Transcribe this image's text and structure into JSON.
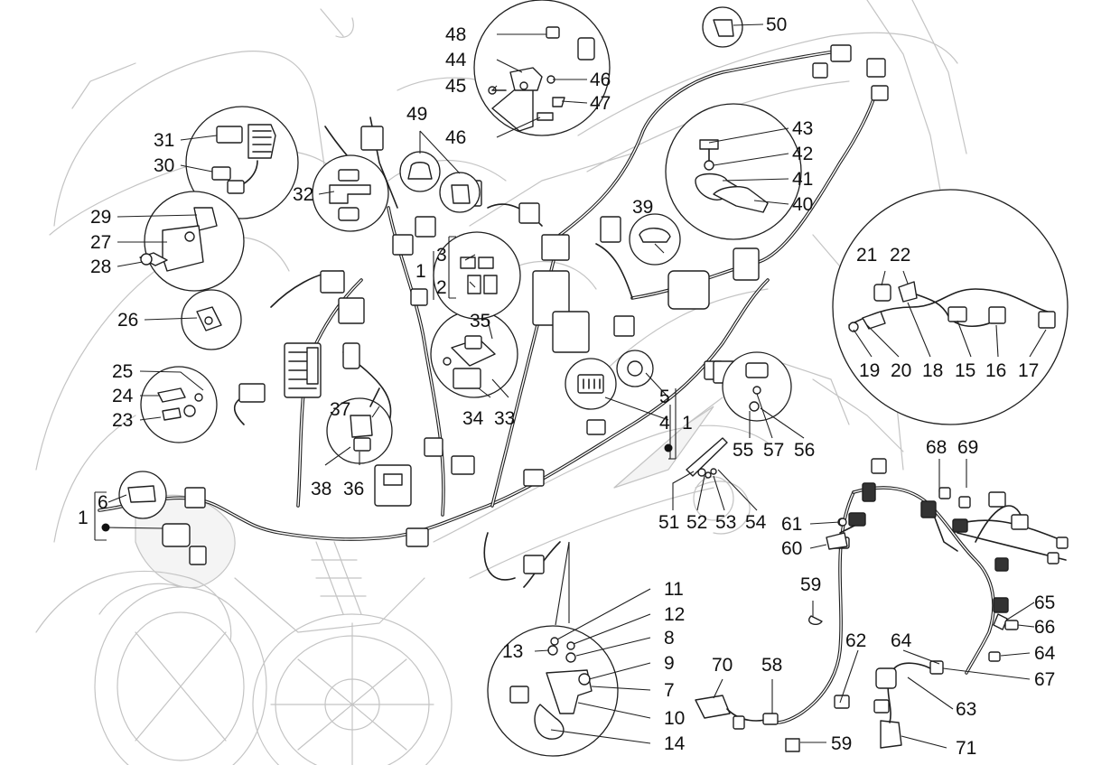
{
  "diagram": {
    "labels": [
      {
        "id": "l48",
        "text": "48"
      },
      {
        "id": "l44",
        "text": "44"
      },
      {
        "id": "l45",
        "text": "45"
      },
      {
        "id": "l46a",
        "text": "46"
      },
      {
        "id": "l47",
        "text": "47"
      },
      {
        "id": "l46b",
        "text": "46"
      },
      {
        "id": "l50",
        "text": "50"
      },
      {
        "id": "l49",
        "text": "49"
      },
      {
        "id": "l43",
        "text": "43"
      },
      {
        "id": "l42",
        "text": "42"
      },
      {
        "id": "l41",
        "text": "41"
      },
      {
        "id": "l40",
        "text": "40"
      },
      {
        "id": "l31",
        "text": "31"
      },
      {
        "id": "l30",
        "text": "30"
      },
      {
        "id": "l32",
        "text": "32"
      },
      {
        "id": "l29",
        "text": "29"
      },
      {
        "id": "l27",
        "text": "27"
      },
      {
        "id": "l28",
        "text": "28"
      },
      {
        "id": "l3",
        "text": "3"
      },
      {
        "id": "l1a",
        "text": "1"
      },
      {
        "id": "l2",
        "text": "2"
      },
      {
        "id": "l39",
        "text": "39"
      },
      {
        "id": "l21",
        "text": "21"
      },
      {
        "id": "l22",
        "text": "22"
      },
      {
        "id": "l26",
        "text": "26"
      },
      {
        "id": "l35",
        "text": "35"
      },
      {
        "id": "l25",
        "text": "25"
      },
      {
        "id": "l24",
        "text": "24"
      },
      {
        "id": "l23",
        "text": "23"
      },
      {
        "id": "l19",
        "text": "19"
      },
      {
        "id": "l20",
        "text": "20"
      },
      {
        "id": "l18",
        "text": "18"
      },
      {
        "id": "l15",
        "text": "15"
      },
      {
        "id": "l16",
        "text": "16"
      },
      {
        "id": "l17",
        "text": "17"
      },
      {
        "id": "l37",
        "text": "37"
      },
      {
        "id": "l34",
        "text": "34"
      },
      {
        "id": "l33",
        "text": "33"
      },
      {
        "id": "l5",
        "text": "5"
      },
      {
        "id": "l4",
        "text": "4"
      },
      {
        "id": "l1b",
        "text": "1"
      },
      {
        "id": "l55",
        "text": "55"
      },
      {
        "id": "l57",
        "text": "57"
      },
      {
        "id": "l56",
        "text": "56"
      },
      {
        "id": "l68",
        "text": "68"
      },
      {
        "id": "l69",
        "text": "69"
      },
      {
        "id": "l38",
        "text": "38"
      },
      {
        "id": "l36",
        "text": "36"
      },
      {
        "id": "l6",
        "text": "6"
      },
      {
        "id": "l1c",
        "text": "1"
      },
      {
        "id": "l51",
        "text": "51"
      },
      {
        "id": "l52",
        "text": "52"
      },
      {
        "id": "l53",
        "text": "53"
      },
      {
        "id": "l54",
        "text": "54"
      },
      {
        "id": "l61",
        "text": "61"
      },
      {
        "id": "l60",
        "text": "60"
      },
      {
        "id": "l59a",
        "text": "59"
      },
      {
        "id": "l11",
        "text": "11"
      },
      {
        "id": "l12",
        "text": "12"
      },
      {
        "id": "l13",
        "text": "13"
      },
      {
        "id": "l8",
        "text": "8"
      },
      {
        "id": "l9",
        "text": "9"
      },
      {
        "id": "l7",
        "text": "7"
      },
      {
        "id": "l10",
        "text": "10"
      },
      {
        "id": "l14",
        "text": "14"
      },
      {
        "id": "l65",
        "text": "65"
      },
      {
        "id": "l66",
        "text": "66"
      },
      {
        "id": "l62",
        "text": "62"
      },
      {
        "id": "l64a",
        "text": "64"
      },
      {
        "id": "l64b",
        "text": "64"
      },
      {
        "id": "l67",
        "text": "67"
      },
      {
        "id": "l70",
        "text": "70"
      },
      {
        "id": "l58",
        "text": "58"
      },
      {
        "id": "l63",
        "text": "63"
      },
      {
        "id": "l59b",
        "text": "59"
      },
      {
        "id": "l71",
        "text": "71"
      }
    ]
  }
}
